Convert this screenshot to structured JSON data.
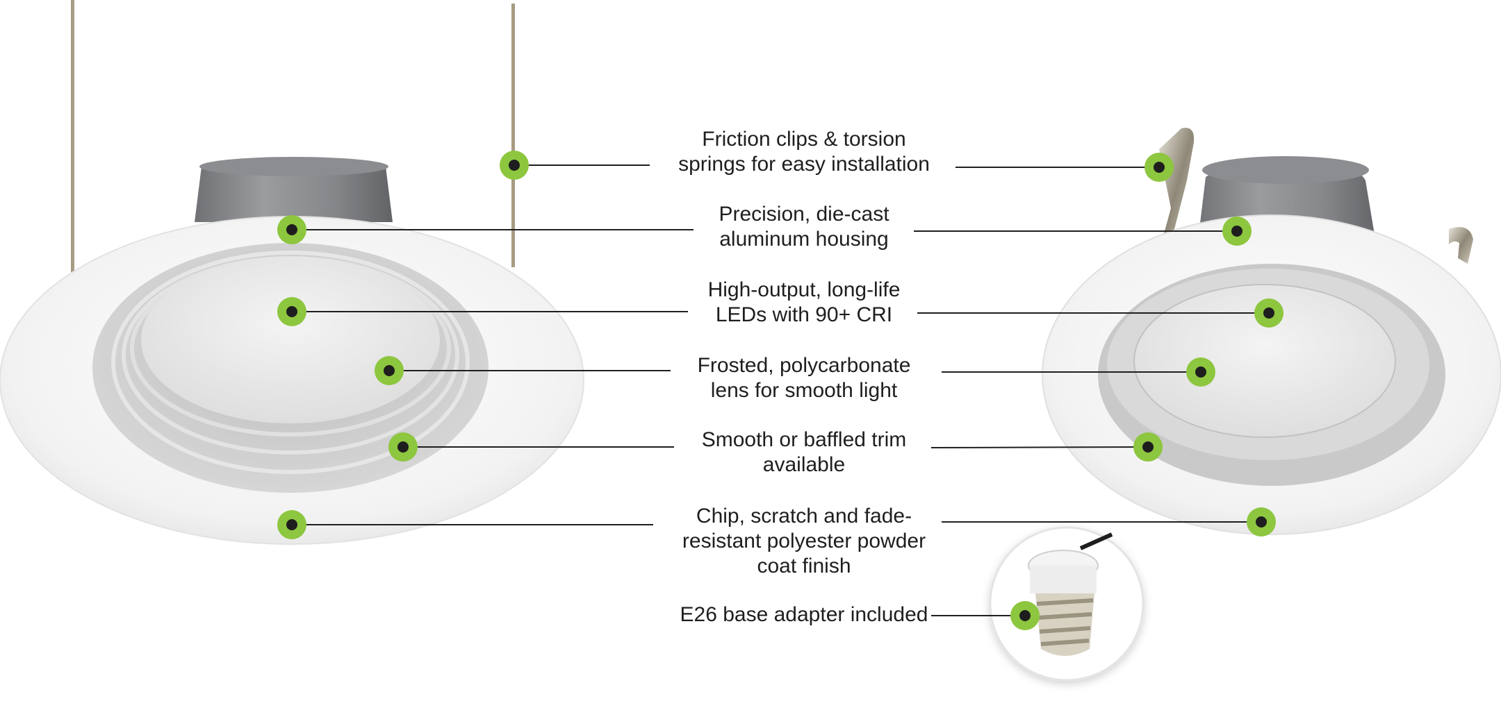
{
  "colors": {
    "callout_ring": "#8dc63f",
    "callout_dot": "#1e1e1e",
    "leader_line": "#1e1e1e",
    "housing_gray": "#7f8183",
    "trim_white": "#f4f4f4",
    "baffle_gray": "#c8c8c8",
    "metal_tan": "#a89a7c"
  },
  "features": [
    {
      "id": "friction-clips",
      "lines": [
        "Friction clips & torsion",
        "springs for easy installation"
      ]
    },
    {
      "id": "housing",
      "lines": [
        "Precision, die-cast",
        "aluminum housing"
      ]
    },
    {
      "id": "leds",
      "lines": [
        "High-output, long-life",
        "LEDs with 90+ CRI"
      ]
    },
    {
      "id": "lens",
      "lines": [
        "Frosted, polycarbonate",
        "lens for smooth light"
      ]
    },
    {
      "id": "trim",
      "lines": [
        "Smooth or baffled trim",
        "available"
      ]
    },
    {
      "id": "finish",
      "lines": [
        "Chip, scratch and fade-",
        "resistant polyester powder",
        "coat finish"
      ]
    },
    {
      "id": "e26-adapter",
      "lines": [
        "E26 base adapter included"
      ]
    }
  ],
  "illustrations": {
    "left_fixture": "baffled-trim-downlight-with-hanger-bars",
    "right_fixture": "smooth-trim-downlight-with-friction-clips",
    "inset": "e26-screw-base-adapter"
  }
}
